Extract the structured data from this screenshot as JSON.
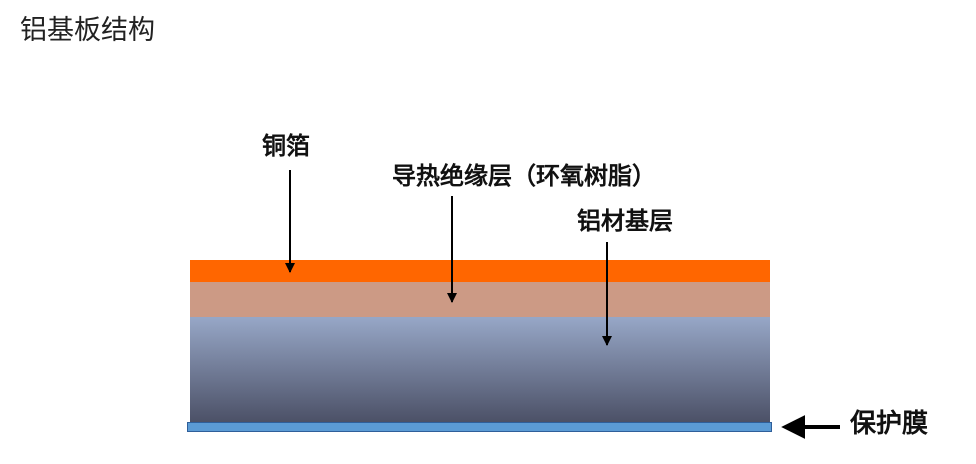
{
  "title": "铝基板结构",
  "layers": {
    "copper_foil": {
      "label": "铜箔",
      "color": "#ff6600"
    },
    "dielectric": {
      "label": "导热绝缘层（环氧树脂）",
      "color": "#cc9a85"
    },
    "aluminum_base": {
      "label": "铝材基层",
      "color_top": "#97a7c7",
      "color_bottom": "#4b5066"
    },
    "protective_film": {
      "label": "保护膜",
      "color": "#5b9bd5"
    }
  }
}
